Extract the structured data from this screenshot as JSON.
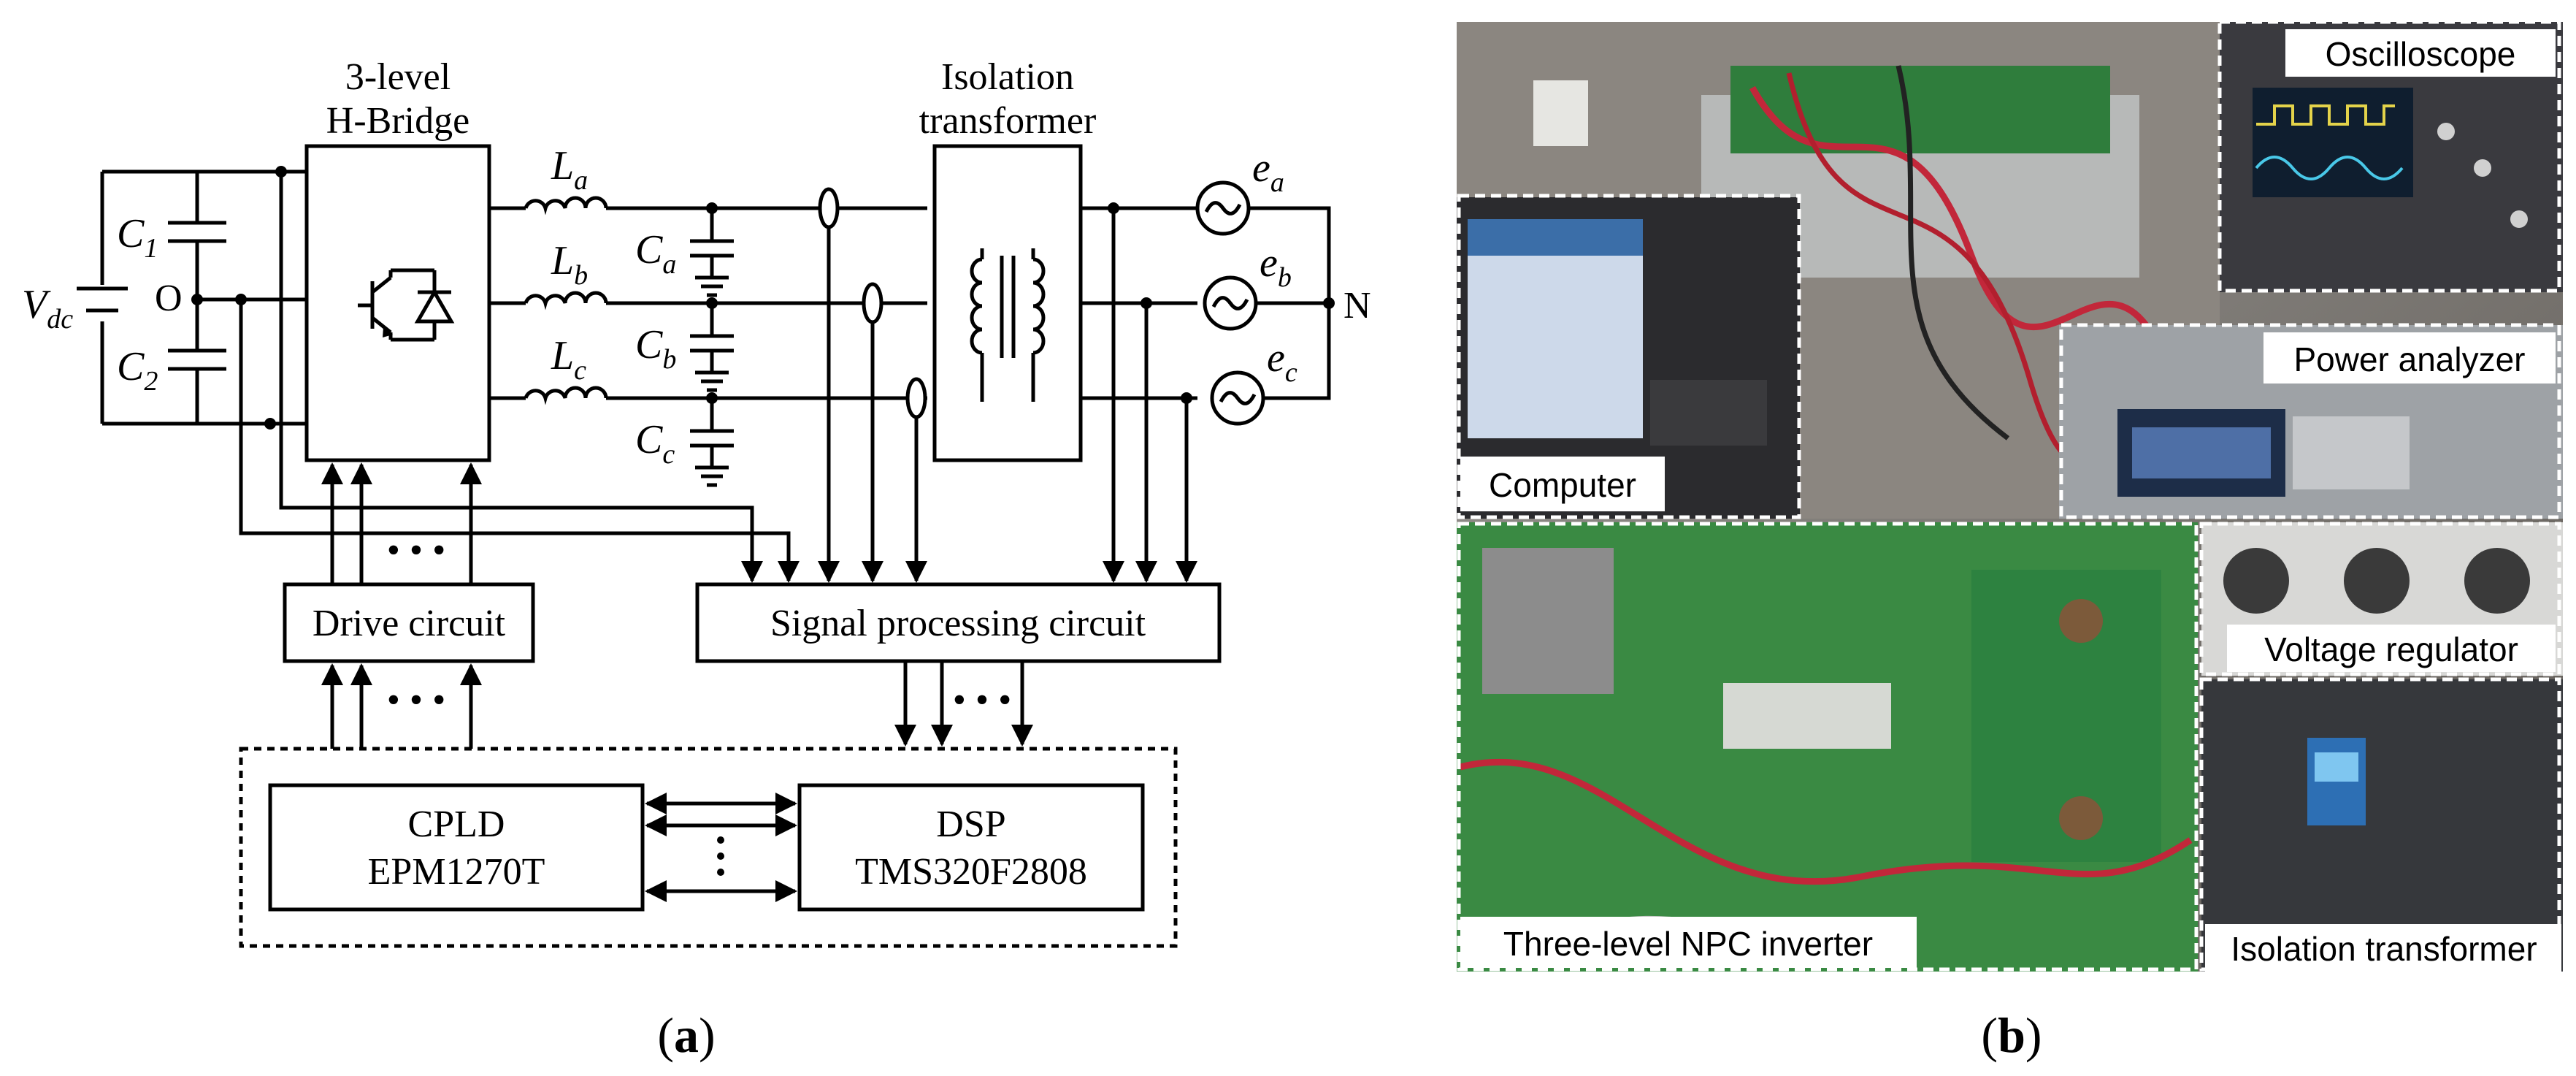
{
  "panel_a": {
    "caption_open": "(",
    "caption_letter": "a",
    "caption_close": ")",
    "hbridge_line1": "3-level",
    "hbridge_line2": "H-Bridge",
    "transformer_line1": "Isolation",
    "transformer_line2": "transformer",
    "vdc_main": "V",
    "vdc_sub": "dc",
    "c1_main": "C",
    "c1_sub": "1",
    "c2_main": "C",
    "c2_sub": "2",
    "node_o": "O",
    "la_main": "L",
    "la_sub": "a",
    "lb_main": "L",
    "lb_sub": "b",
    "lc_main": "L",
    "lc_sub": "c",
    "ca_main": "C",
    "ca_sub": "a",
    "cb_main": "C",
    "cb_sub": "b",
    "cc_main": "C",
    "cc_sub": "c",
    "ea_main": "e",
    "ea_sub": "a",
    "eb_main": "e",
    "eb_sub": "b",
    "ec_main": "e",
    "ec_sub": "c",
    "node_n": "N",
    "drive_circuit": "Drive circuit",
    "signal_processing": "Signal processing circuit",
    "cpld_line1": "CPLD",
    "cpld_line2": "EPM1270T",
    "dsp_line1": "DSP",
    "dsp_line2": "TMS320F2808",
    "dots": "• • •"
  },
  "panel_b": {
    "caption_open": "(",
    "caption_letter": "b",
    "caption_close": ")",
    "labels": {
      "oscilloscope": "Oscilloscope",
      "power_analyzer": "Power analyzer",
      "computer": "Computer",
      "voltage_regulator": "Voltage regulator",
      "npc_inverter": "Three-level NPC inverter",
      "isolation_transformer": "Isolation transformer"
    }
  }
}
